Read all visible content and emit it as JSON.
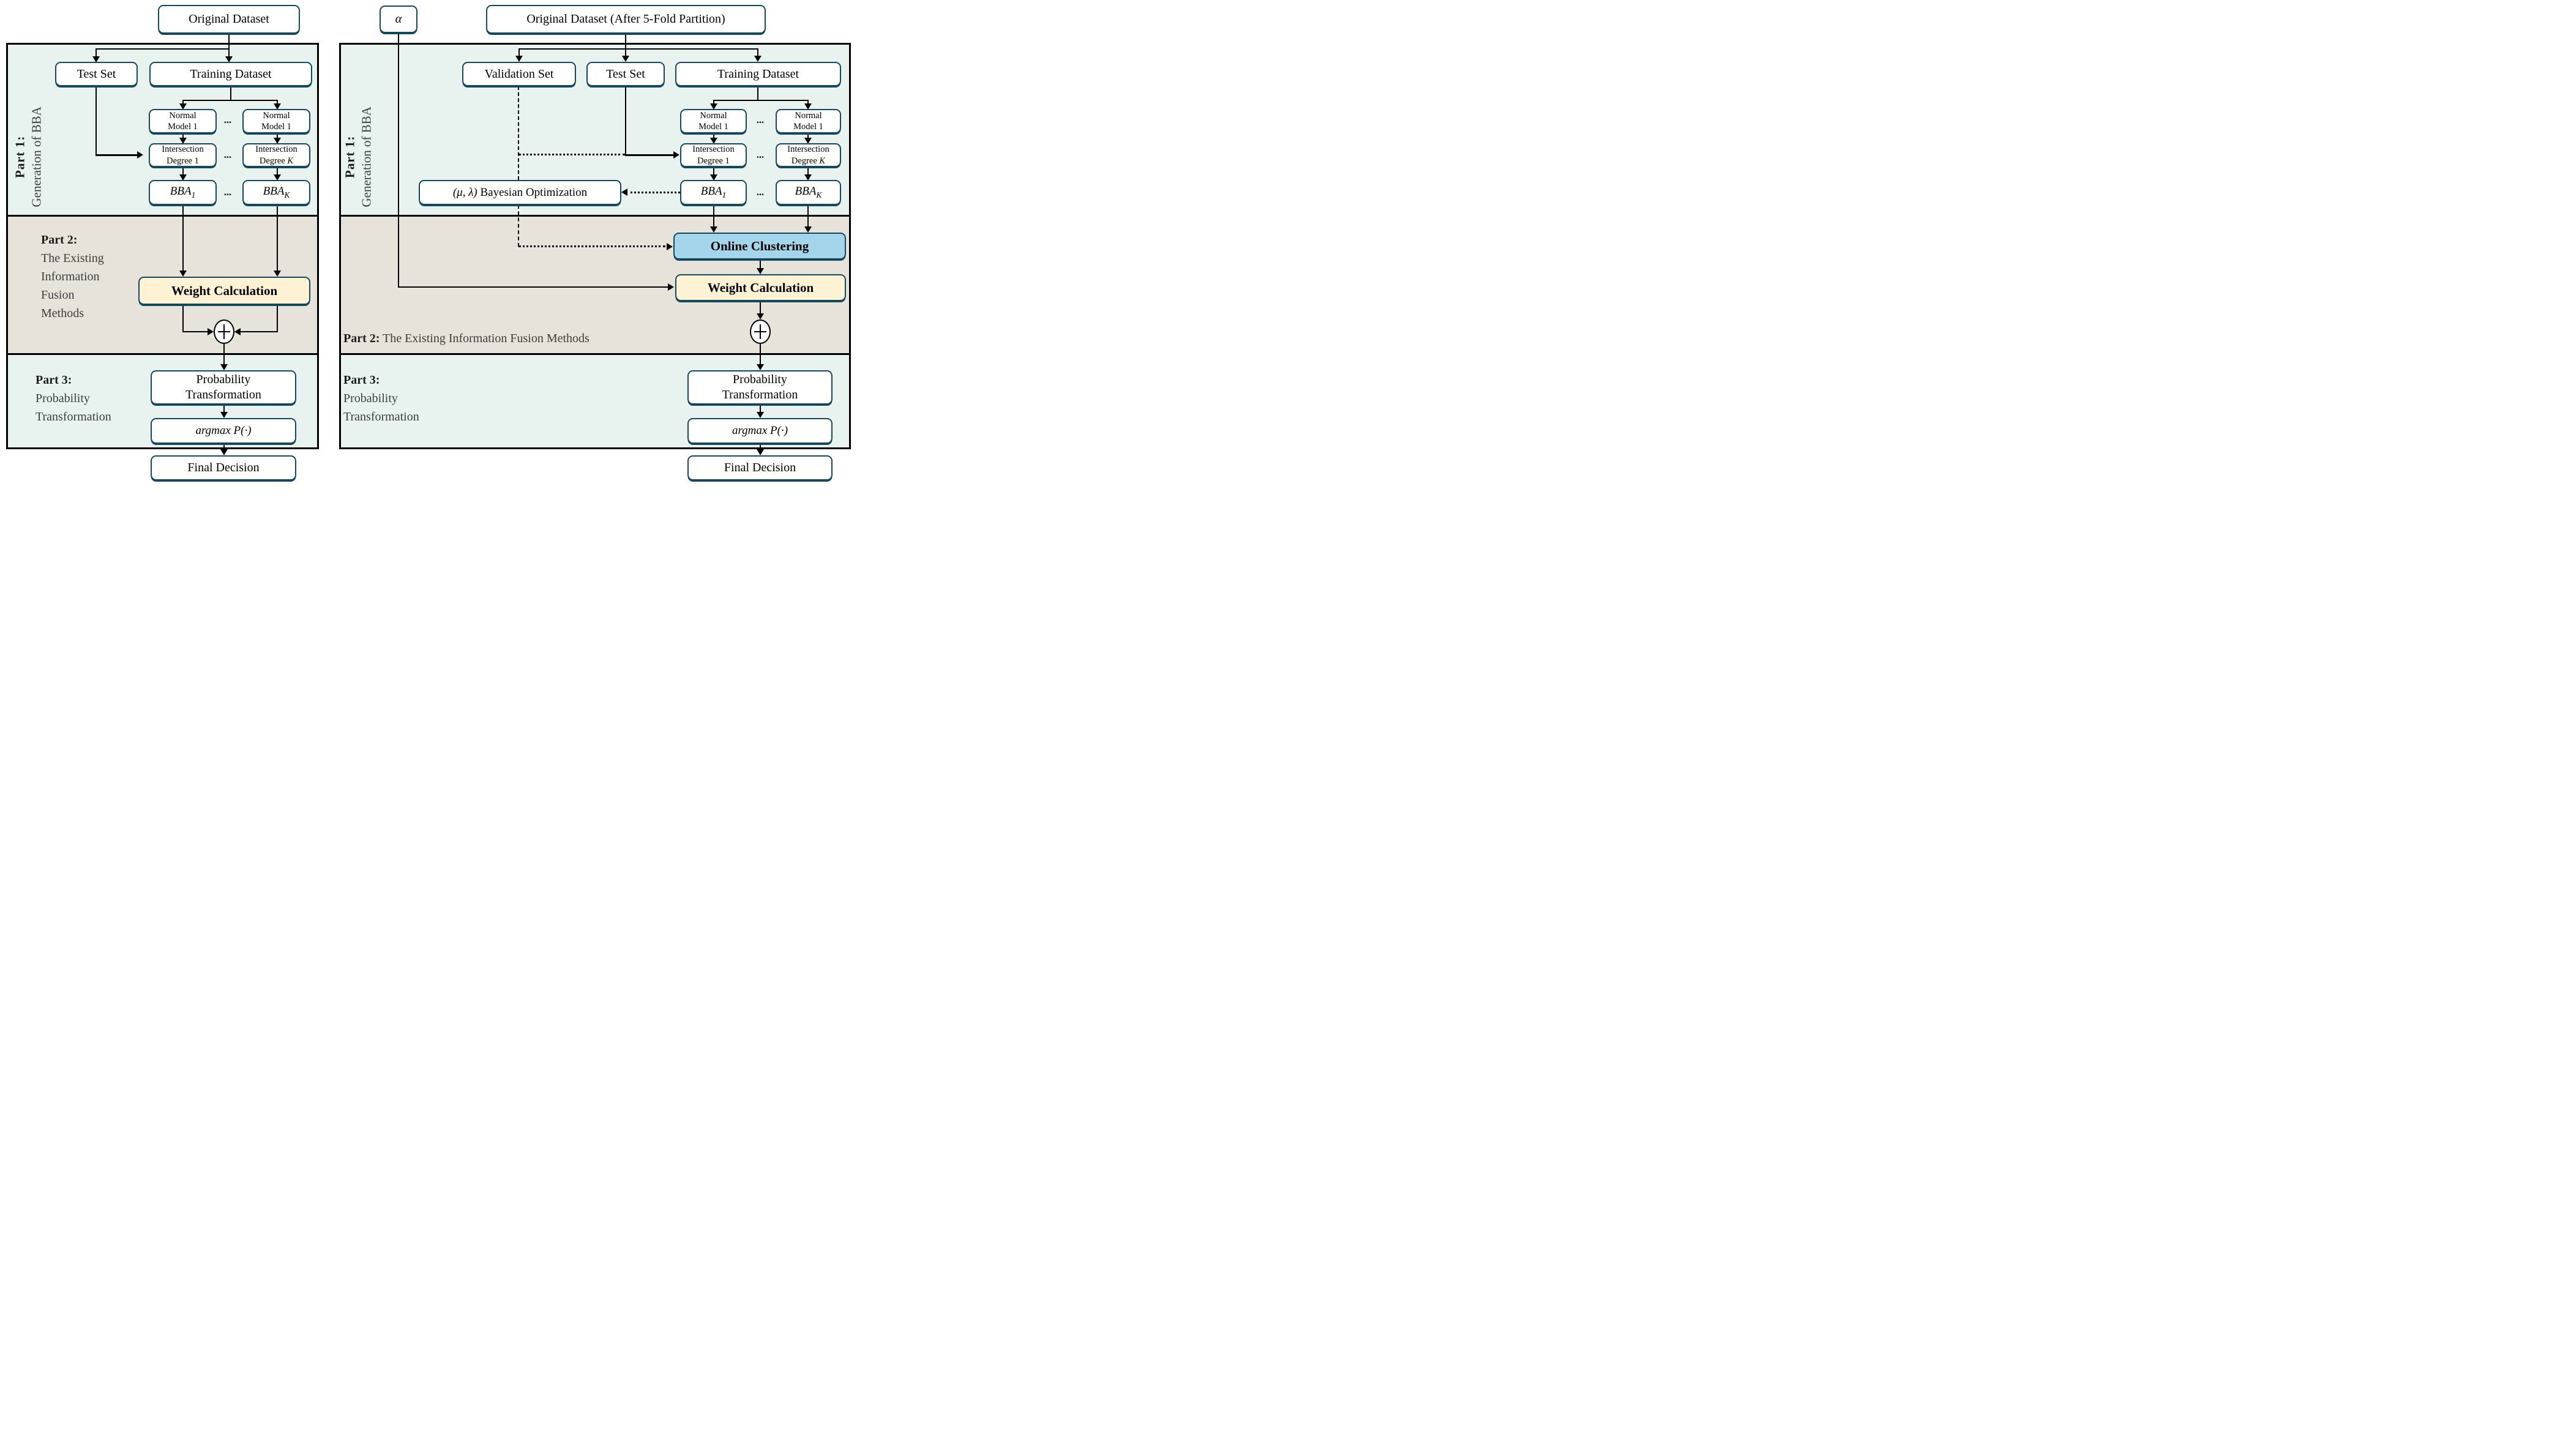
{
  "colors": {
    "part_bg_mint": "#e8f3f0",
    "part_bg_beige": "#e8e3da",
    "box_border_teal": "#14485c",
    "online_clustering_blue": "#a4d5eb",
    "weight_calc_cream": "#fdf3d4"
  },
  "left": {
    "source": "Original Dataset",
    "test_set": "Test Set",
    "training": "Training Dataset",
    "normal1": {
      "l1": "Normal",
      "l2": "Model 1"
    },
    "normal2": {
      "l1": "Normal",
      "l2": "Model 1"
    },
    "inter1": {
      "l1": "Intersection",
      "l2": "Degree 1"
    },
    "inter2": {
      "l1": "Intersection",
      "l2_prefix": "Degree ",
      "var": "K"
    },
    "bba1": {
      "base": "BBA",
      "sub": "1"
    },
    "bbaK": {
      "base": "BBA",
      "sub": "K"
    },
    "dots": "...",
    "weight": "Weight Calculation",
    "prob": {
      "l1": "Probability",
      "l2": "Transformation"
    },
    "argmax": "argmax P(·)",
    "final": "Final Decision",
    "part1": {
      "b": "Part 1:",
      "t": "Generation of BBA"
    },
    "part2": {
      "b": "Part 2:",
      "lines": [
        "The Existing",
        "Information",
        "Fusion",
        "Methods"
      ]
    },
    "part3": {
      "b": "Part 3:",
      "l1": "Probability",
      "l2": "Transformation"
    }
  },
  "right": {
    "alpha": "α",
    "source": "Original Dataset (After 5-Fold Partition)",
    "validation": "Validation Set",
    "test_set": "Test Set",
    "training": "Training Dataset",
    "normal1": {
      "l1": "Normal",
      "l2": "Model 1"
    },
    "normal2": {
      "l1": "Normal",
      "l2": "Model 1"
    },
    "inter1": {
      "l1": "Intersection",
      "l2": "Degree 1"
    },
    "inter2": {
      "l1": "Intersection",
      "l2_prefix": "Degree ",
      "var": "K"
    },
    "bba1": {
      "base": "BBA",
      "sub": "1"
    },
    "bbaK": {
      "base": "BBA",
      "sub": "K"
    },
    "dots": "...",
    "bayes": {
      "prefix": "(μ, λ)",
      "rest": " Bayesian Optimization"
    },
    "online": "Online Clustering",
    "weight": "Weight Calculation",
    "prob": {
      "l1": "Probability",
      "l2": "Transformation"
    },
    "argmax": "argmax P(·)",
    "final": "Final Decision",
    "part1": {
      "b": "Part 1:",
      "t": "Generation of BBA"
    },
    "part2": {
      "b": "Part 2:",
      "t": "The Existing Information Fusion Methods"
    },
    "part3": {
      "b": "Part 3:",
      "l1": "Probability",
      "l2": "Transformation"
    }
  }
}
